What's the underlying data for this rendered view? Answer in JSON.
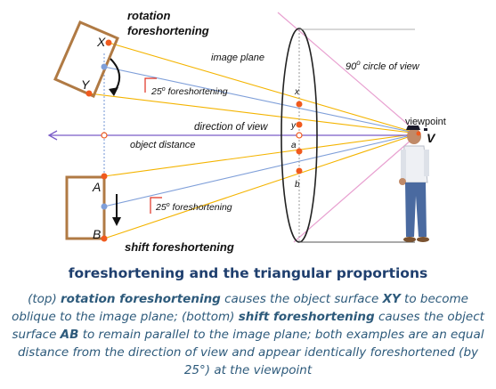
{
  "labels": {
    "rotation_title_line1": "rotation",
    "rotation_title_line2": "foreshortening",
    "image_plane": "image plane",
    "circle_of_view_num": "90",
    "circle_of_view_deg": "o",
    "circle_of_view_text": " circle of view",
    "viewpoint": "viewpoint",
    "viewpoint_letter": "V",
    "angle_top_num": "25",
    "angle_top_deg": "o",
    "angle_top_text": " foreshortening",
    "angle_bottom_num": "25",
    "angle_bottom_deg": "o",
    "angle_bottom_text": " foreshortening",
    "direction_of_view": "direction of view",
    "object_distance": "object distance",
    "shift_title": "shift foreshortening",
    "point_X": "X",
    "point_Y": "Y",
    "point_A": "A",
    "point_B": "B",
    "point_x": "x",
    "point_y": "y",
    "point_a": "a",
    "point_b": "b"
  },
  "caption": {
    "title": "foreshortening and the triangular proportions",
    "p1": "(top) ",
    "p2": "rotation foreshortening",
    "p3": " causes the object surface ",
    "p4": "XY",
    "p5": " to become oblique to the image plane; (bottom) ",
    "p6": "shift foreshortening",
    "p7": " causes the object surface ",
    "p8": "AB",
    "p9": " to remain parallel to the image plane; both examples are an equal distance from the direction of view and appear identically foreshortened (by 25°) at the viewpoint"
  },
  "colors": {
    "box": "#b07a44",
    "orange_dot": "#f05a1e",
    "sight_line": "#f4b400",
    "blue_line": "#7f9fd9",
    "view_axis": "#7a5cc7",
    "circle_line": "#e8a0d0",
    "lens": "#222222",
    "angle_mark": "#e03020",
    "caption_title": "#1f3f6e",
    "caption_text": "#2d5a7b"
  }
}
